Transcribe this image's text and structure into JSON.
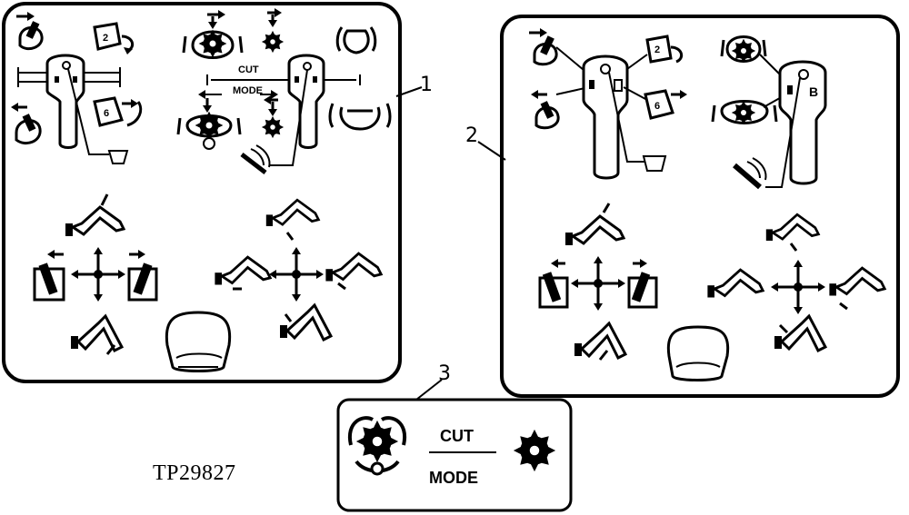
{
  "callouts": [
    "1",
    "2",
    "3"
  ],
  "panel1": {
    "lever_top_label": "CUT",
    "lever_bottom_label": "MODE"
  },
  "panel2": {
    "lever_letter": "B"
  },
  "panel3": {
    "top_label": "CUT",
    "bottom_label": "MODE"
  },
  "figure_id": "TP29827",
  "colors": {
    "ink": "#000000",
    "paper": "#ffffff"
  }
}
